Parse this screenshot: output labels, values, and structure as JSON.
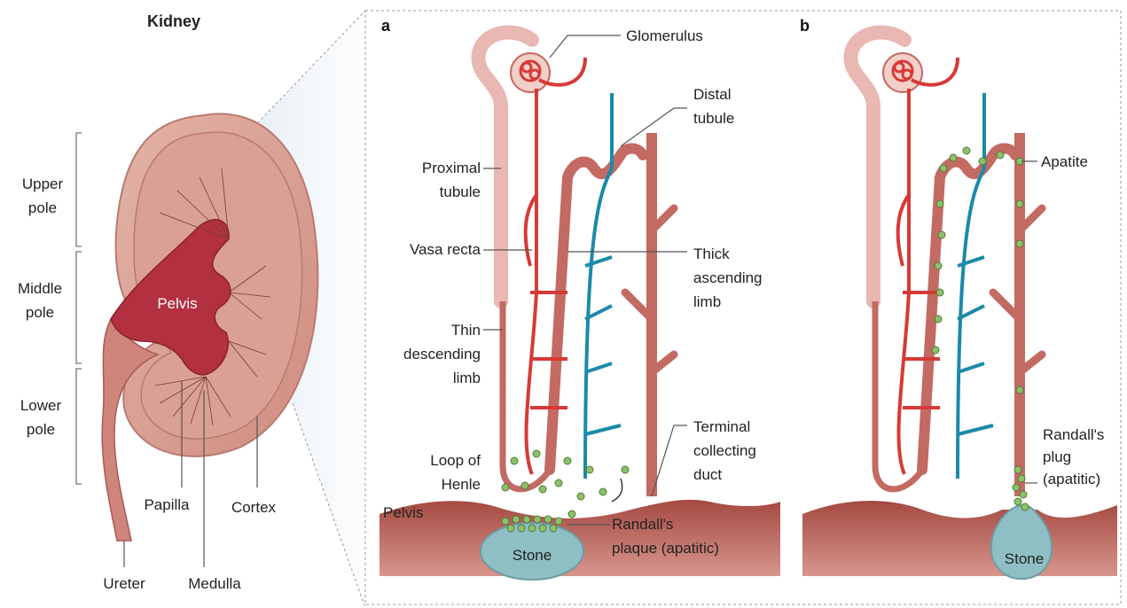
{
  "title": "Kidney",
  "kidney": {
    "poles": [
      "Upper pole",
      "Middle pole",
      "Lower pole"
    ],
    "poles_lines": [
      [
        "Upper",
        "pole"
      ],
      [
        "Middle",
        "pole"
      ],
      [
        "Lower",
        "pole"
      ]
    ],
    "pelvis": "Pelvis",
    "papilla": "Papilla",
    "cortex": "Cortex",
    "ureter": "Ureter",
    "medulla": "Medulla"
  },
  "panel_a": {
    "letter": "a",
    "glomerulus": "Glomerulus",
    "distal_tubule": [
      "Distal",
      "tubule"
    ],
    "proximal_tubule": [
      "Proximal",
      "tubule"
    ],
    "vasa_recta": "Vasa recta",
    "thick_ascending_limb": [
      "Thick",
      "ascending",
      "limb"
    ],
    "thin_descending_limb": [
      "Thin",
      "descending",
      "limb"
    ],
    "loop_of_henle": [
      "Loop of",
      "Henle"
    ],
    "terminal_collecting_duct": [
      "Terminal",
      "collecting",
      "duct"
    ],
    "pelvis": "Pelvis",
    "stone": "Stone",
    "randalls_plaque": [
      "Randall's",
      "plaque (apatitic)"
    ]
  },
  "panel_b": {
    "letter": "b",
    "apatite": "Apatite",
    "randalls_plug": [
      "Randall's",
      "plug",
      "(apatitic)"
    ],
    "stone": "Stone"
  },
  "colors": {
    "artery": "#d63a36",
    "vein": "#1a8aa8",
    "tubule_pale": "#e8b4b0",
    "tubule": "#c36a63",
    "tissue": "#b65a52",
    "stone": "#8fbfc4",
    "crystal": "#8dc06a"
  }
}
